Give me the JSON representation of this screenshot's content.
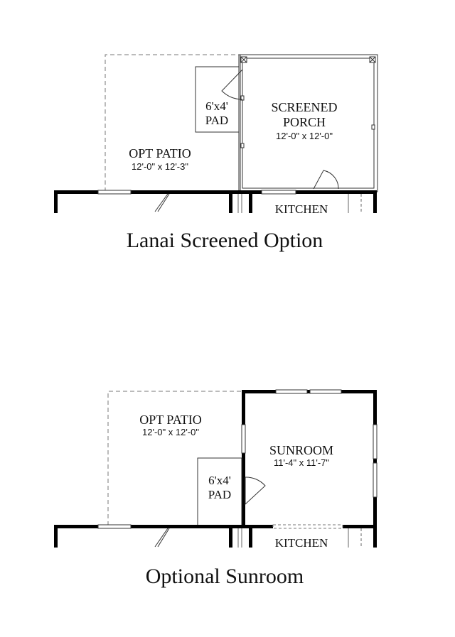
{
  "plan1": {
    "caption": "Lanai Screened Option",
    "patio_label": "OPT PATIO",
    "patio_dims": "12'-0\" x 12'-3\"",
    "pad_label_line1": "6'x4'",
    "pad_label_line2": "PAD",
    "porch_label_line1": "SCREENED",
    "porch_label_line2": "PORCH",
    "porch_dims": "12'-0\" x 12'-0\"",
    "kitchen_label": "KITCHEN"
  },
  "plan2": {
    "caption": "Optional Sunroom",
    "patio_label": "OPT PATIO",
    "patio_dims": "12'-0\" x 12'-0\"",
    "pad_label_line1": "6'x4'",
    "pad_label_line2": "PAD",
    "sunroom_label": "SUNROOM",
    "sunroom_dims": "11'-4\" x 11'-7\"",
    "kitchen_label": "KITCHEN"
  }
}
